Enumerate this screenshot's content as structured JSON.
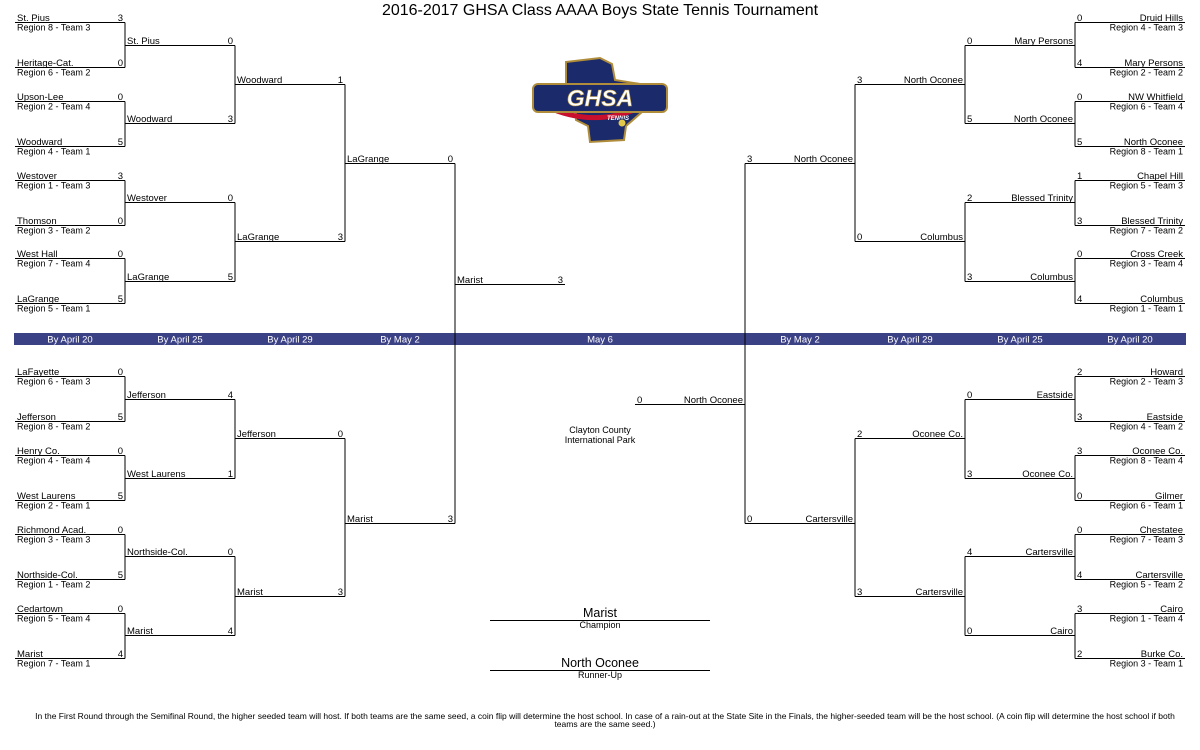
{
  "title": "2016-2017 GHSA Class AAAA Boys State Tennis Tournament",
  "logo": {
    "text": "GHSA",
    "subtext": "TENNIS",
    "colors": {
      "navy": "#1b2a6b",
      "red": "#c8102e",
      "gold": "#b08d3a"
    }
  },
  "band": {
    "color": "#3b4185",
    "labels": [
      "By April 20",
      "By April 25",
      "By April 29",
      "By May 2",
      "May 6",
      "By May 2",
      "By April 29",
      "By April 25",
      "By April 20"
    ]
  },
  "left_top": {
    "r1": [
      {
        "team": "St. Pius",
        "seed": "Region 8 - Team 3",
        "score": "3"
      },
      {
        "team": "Heritage-Cat.",
        "seed": "Region 6 - Team 2",
        "score": "0"
      },
      {
        "team": "Upson-Lee",
        "seed": "Region 2 - Team 4",
        "score": "0"
      },
      {
        "team": "Woodward",
        "seed": "Region 4 - Team 1",
        "score": "5"
      },
      {
        "team": "Westover",
        "seed": "Region 1 - Team 3",
        "score": "3"
      },
      {
        "team": "Thomson",
        "seed": "Region 3 - Team 2",
        "score": "0"
      },
      {
        "team": "West Hall",
        "seed": "Region 7 - Team 4",
        "score": "0"
      },
      {
        "team": "LaGrange",
        "seed": "Region 5 - Team 1",
        "score": "5"
      }
    ],
    "r2": [
      {
        "team": "St. Pius",
        "score": "0"
      },
      {
        "team": "Woodward",
        "score": "3"
      },
      {
        "team": "Westover",
        "score": "0"
      },
      {
        "team": "LaGrange",
        "score": "5"
      }
    ],
    "r3": [
      {
        "team": "Woodward",
        "score": "1"
      },
      {
        "team": "LaGrange",
        "score": "3"
      }
    ],
    "r4": {
      "team": "LaGrange",
      "score": "0"
    }
  },
  "left_bottom": {
    "r1": [
      {
        "team": "LaFayette",
        "seed": "Region 6 - Team 3",
        "score": "0"
      },
      {
        "team": "Jefferson",
        "seed": "Region 8 - Team 2",
        "score": "5"
      },
      {
        "team": "Henry Co.",
        "seed": "Region 4 - Team 4",
        "score": "0"
      },
      {
        "team": "West Laurens",
        "seed": "Region 2 - Team 1",
        "score": "5"
      },
      {
        "team": "Richmond Acad.",
        "seed": "Region 3 - Team 3",
        "score": "0"
      },
      {
        "team": "Northside-Col.",
        "seed": "Region 1 - Team 2",
        "score": "5"
      },
      {
        "team": "Cedartown",
        "seed": "Region 5 - Team 4",
        "score": "0"
      },
      {
        "team": "Marist",
        "seed": "Region 7 - Team 1",
        "score": "4"
      }
    ],
    "r2": [
      {
        "team": "Jefferson",
        "score": "4"
      },
      {
        "team": "West Laurens",
        "score": "1"
      },
      {
        "team": "Northside-Col.",
        "score": "0"
      },
      {
        "team": "Marist",
        "score": "4"
      }
    ],
    "r3": [
      {
        "team": "Jefferson",
        "score": "0"
      },
      {
        "team": "Marist",
        "score": "3"
      }
    ],
    "r4": {
      "team": "Marist",
      "score": "3"
    }
  },
  "right_top": {
    "r1": [
      {
        "team": "Druid Hills",
        "seed": "Region 4 - Team 3",
        "score": "0"
      },
      {
        "team": "Mary Persons",
        "seed": "Region 2 - Team 2",
        "score": "4"
      },
      {
        "team": "NW Whitfield",
        "seed": "Region 6 - Team 4",
        "score": "0"
      },
      {
        "team": "North Oconee",
        "seed": "Region 8 - Team 1",
        "score": "5"
      },
      {
        "team": "Chapel Hill",
        "seed": "Region 5 - Team 3",
        "score": "1"
      },
      {
        "team": "Blessed Trinity",
        "seed": "Region 7 - Team 2",
        "score": "3"
      },
      {
        "team": "Cross Creek",
        "seed": "Region 3 - Team 4",
        "score": "0"
      },
      {
        "team": "Columbus",
        "seed": "Region 1 - Team 1",
        "score": "4"
      }
    ],
    "r2": [
      {
        "team": "Mary Persons",
        "score": "0"
      },
      {
        "team": "North Oconee",
        "score": "5"
      },
      {
        "team": "Blessed Trinity",
        "score": "2"
      },
      {
        "team": "Columbus",
        "score": "3"
      }
    ],
    "r3": [
      {
        "team": "North Oconee",
        "score": "3"
      },
      {
        "team": "Columbus",
        "score": "0"
      }
    ],
    "r4": {
      "team": "North Oconee",
      "score": "3"
    }
  },
  "right_bottom": {
    "r1": [
      {
        "team": "Howard",
        "seed": "Region 2 - Team 3",
        "score": "2"
      },
      {
        "team": "Eastside",
        "seed": "Region 4 - Team 2",
        "score": "3"
      },
      {
        "team": "Oconee Co.",
        "seed": "Region 8 - Team 4",
        "score": "3"
      },
      {
        "team": "Gilmer",
        "seed": "Region 6 - Team 1",
        "score": "0"
      },
      {
        "team": "Chestatee",
        "seed": "Region 7 - Team 3",
        "score": "0"
      },
      {
        "team": "Cartersville",
        "seed": "Region 5 - Team 2",
        "score": "4"
      },
      {
        "team": "Cairo",
        "seed": "Region 1 - Team 4",
        "score": "3"
      },
      {
        "team": "Burke Co.",
        "seed": "Region 3 - Team 1",
        "score": "2"
      }
    ],
    "r2": [
      {
        "team": "Eastside",
        "score": "0"
      },
      {
        "team": "Oconee Co.",
        "score": "3"
      },
      {
        "team": "Cartersville",
        "score": "4"
      },
      {
        "team": "Cairo",
        "score": "0"
      }
    ],
    "r3": [
      {
        "team": "Oconee Co.",
        "score": "2"
      },
      {
        "team": "Cartersville",
        "score": "3"
      }
    ],
    "r4": {
      "team": "Cartersville",
      "score": "0"
    }
  },
  "final": {
    "left": {
      "team": "Marist",
      "score": "3"
    },
    "right": {
      "team": "North Oconee",
      "score": "0"
    }
  },
  "venue": [
    "Clayton County",
    "International Park"
  ],
  "champion": {
    "team": "Marist",
    "label": "Champion"
  },
  "runner_up": {
    "team": "North Oconee",
    "label": "Runner-Up"
  },
  "footnote": [
    "In the First Round through the Semifinal Round, the higher seeded team will host. If both teams are the same seed, a coin flip will determine the host school. In case of a rain-out at the State Site in the Finals, the higher-seeded team will be the host school.  (A coin flip will determine the host school if both",
    "teams are the same seed.)"
  ]
}
